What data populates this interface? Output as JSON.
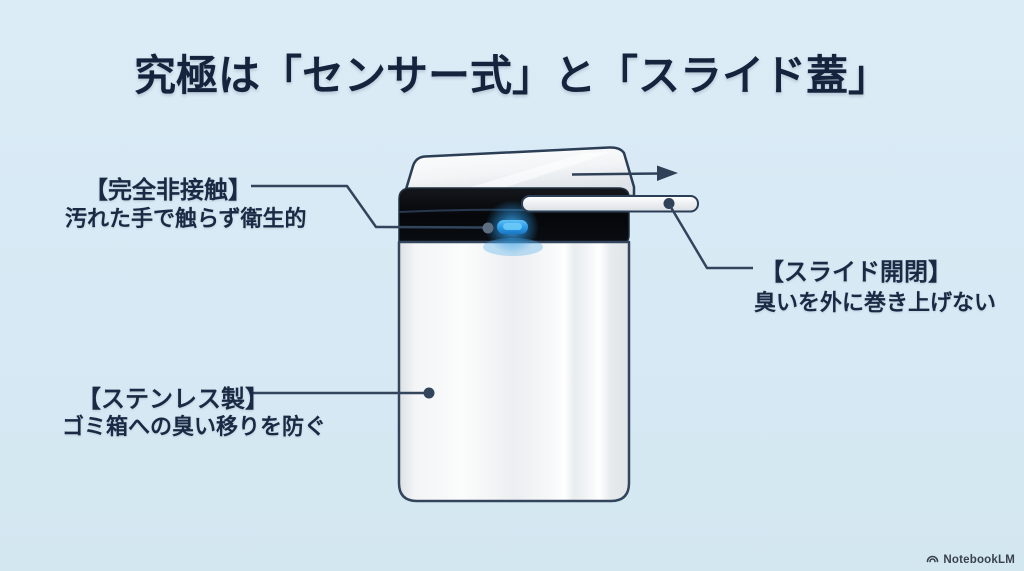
{
  "title": "究極は「センサー式」と「スライド蓋」",
  "annotations": {
    "contactless": {
      "heading": "【完全非接触】",
      "description": "汚れた手で触らず衛生的"
    },
    "slide": {
      "heading": "【スライド開閉】",
      "description": "臭いを外に巻き上げない"
    },
    "stainless": {
      "heading": "【ステンレス製】",
      "description": "ゴミ箱への臭い移りを防ぐ"
    }
  },
  "colors": {
    "background": "#d7e9f4",
    "text": "#1b2a44",
    "outline": "#32455c",
    "band": "#07090d",
    "sensor_light": "#35a6ee",
    "body": "#f2f4f6"
  },
  "footer": {
    "brand": "NotebookLM"
  }
}
